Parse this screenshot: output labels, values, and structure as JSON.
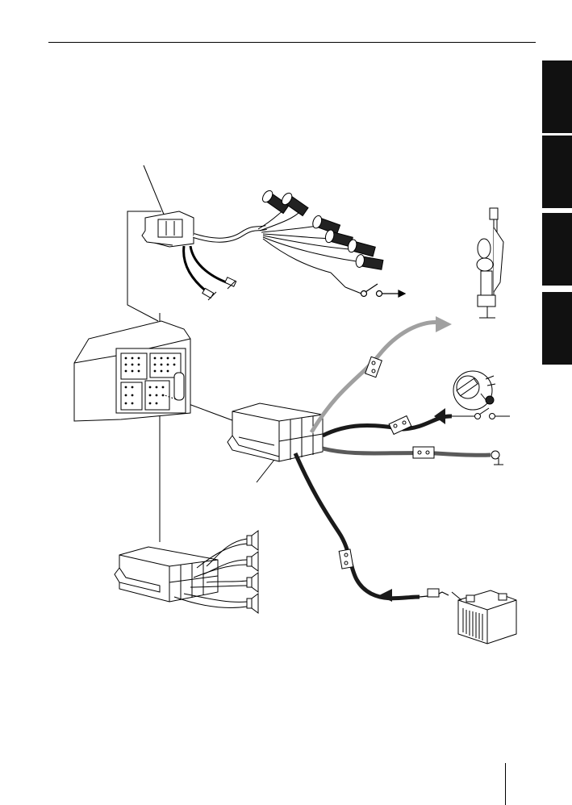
{
  "page": {
    "background": "#ffffff",
    "line_color": "#000000",
    "cable_dark": "#1a1a1a",
    "cable_grey": "#a0a0a0",
    "cable_mid": "#5a5a5a",
    "tab_color": "#111111"
  },
  "side_tabs": [
    {
      "name": "side-tab-1",
      "color": "#111111"
    },
    {
      "name": "side-tab-2",
      "color": "#111111"
    },
    {
      "name": "side-tab-3",
      "color": "#111111"
    },
    {
      "name": "side-tab-4",
      "color": "#111111"
    }
  ],
  "diagram": {
    "components": [
      "pre-amp-cable-loom",
      "rca-connectors",
      "switch-symbol",
      "radio-rear-panel",
      "iso-connector-block",
      "speaker-connector",
      "speakers",
      "antenna",
      "ignition-switch",
      "ground-terminal",
      "battery",
      "in-line-fuses"
    ]
  }
}
